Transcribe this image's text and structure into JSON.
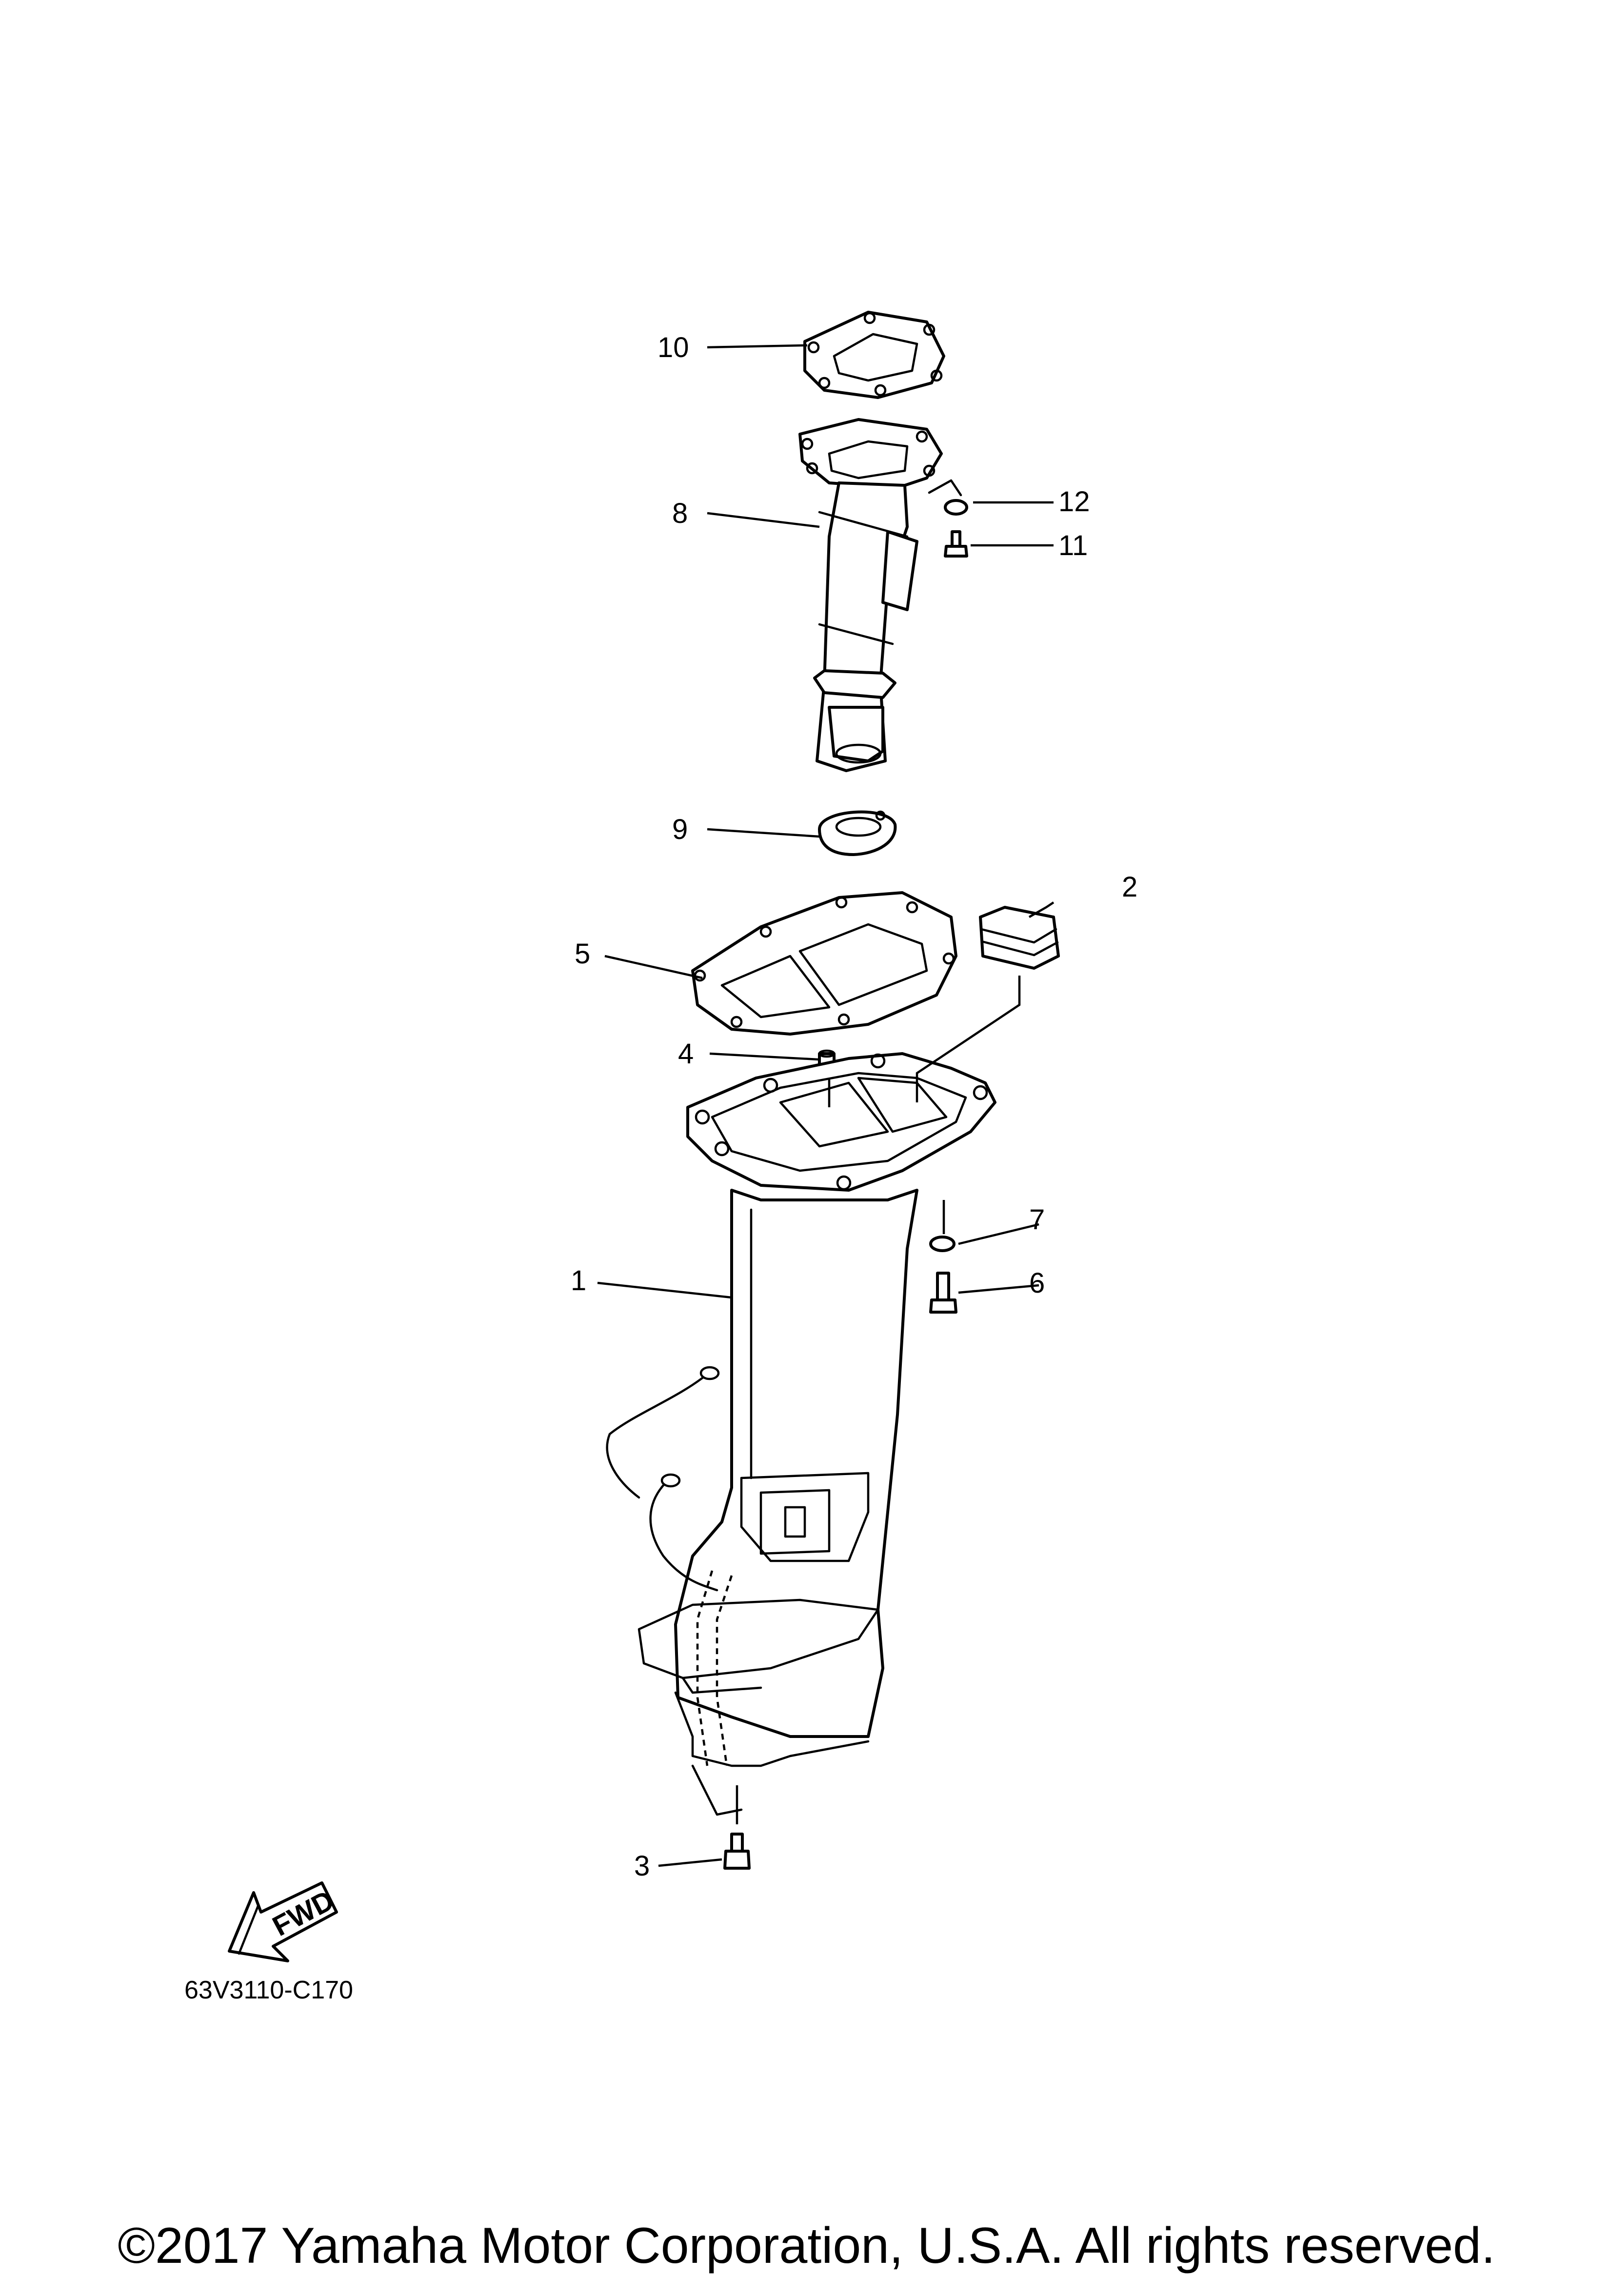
{
  "diagram": {
    "callouts": [
      {
        "label": "10"
      },
      {
        "label": "12"
      },
      {
        "label": "8"
      },
      {
        "label": "11"
      },
      {
        "label": "9"
      },
      {
        "label": "2"
      },
      {
        "label": "5"
      },
      {
        "label": "4"
      },
      {
        "label": "7"
      },
      {
        "label": "1"
      },
      {
        "label": "6"
      },
      {
        "label": "3"
      }
    ],
    "direction_arrow": "FWD",
    "code": "63V3110-C170"
  },
  "footer": {
    "copyright": "©2017 Yamaha Motor Corporation, U.S.A. All rights reserved."
  }
}
